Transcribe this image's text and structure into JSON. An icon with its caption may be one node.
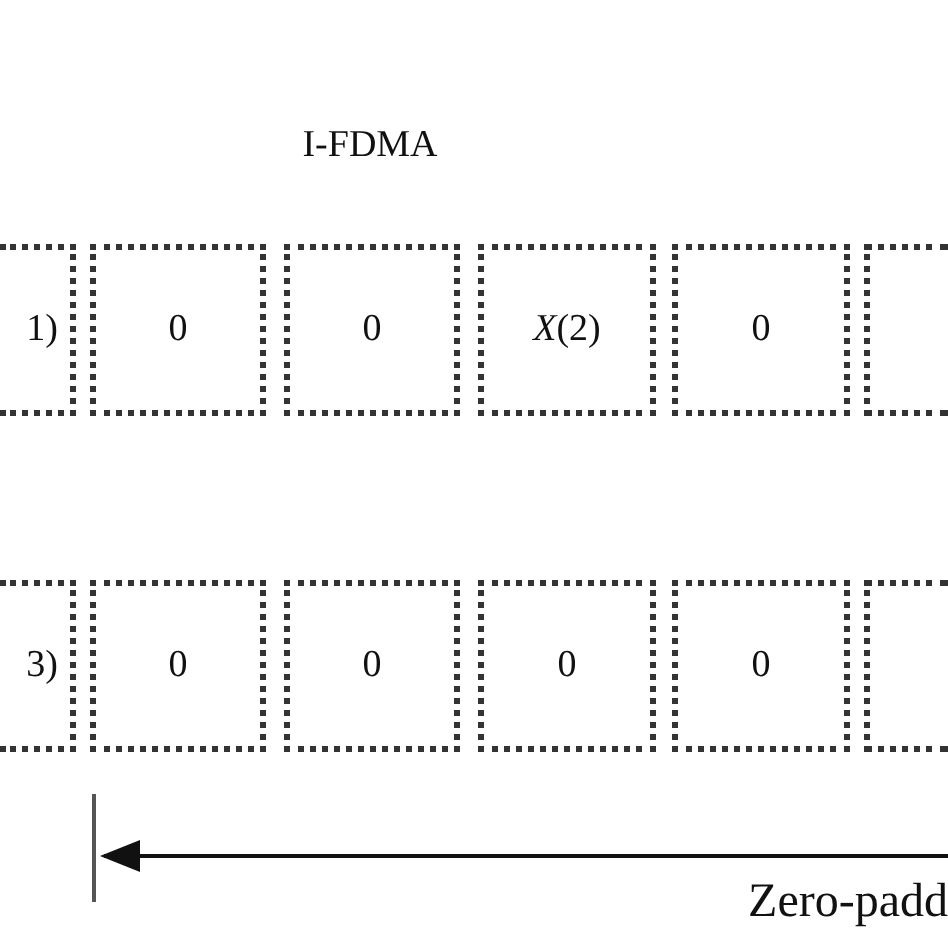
{
  "diagram": {
    "title": "I-FDMA",
    "nodes": [
      {
        "text": [
          "1)"
        ]
      },
      {
        "text": [
          "0"
        ]
      },
      {
        "text": [
          "0"
        ]
      },
      {
        "text": [
          "*X*(2)"
        ]
      },
      {
        "text": [
          "0"
        ]
      },
      {
        "text": [],
        "shape": "box"
      },
      {
        "text": [
          "3)"
        ]
      },
      {
        "text": [
          "0"
        ]
      },
      {
        "text": [
          "0"
        ]
      },
      {
        "text": [
          "0"
        ]
      },
      {
        "text": [
          "0"
        ]
      },
      {
        "text": [],
        "shape": "box"
      }
    ],
    "edges": [],
    "labels": [
      "Zero-padd"
    ]
  }
}
